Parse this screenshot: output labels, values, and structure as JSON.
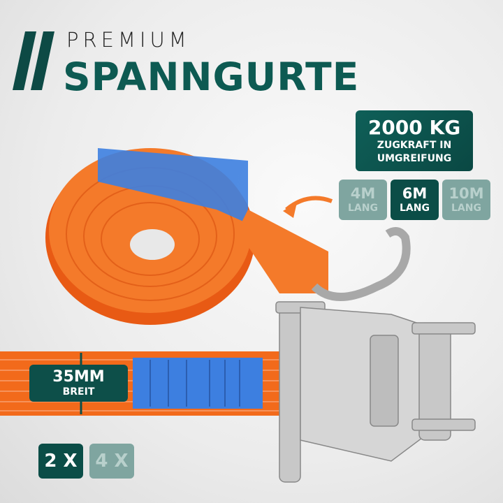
{
  "header": {
    "eyebrow": "PREMIUM",
    "title": "SPANNGURTE"
  },
  "strength_badge": {
    "value": "2000 KG",
    "line1": "ZUGKRAFT IN",
    "line2": "UMGREIFUNG"
  },
  "length_options": [
    {
      "value": "4M",
      "unit": "LANG",
      "selected": false
    },
    {
      "value": "6M",
      "unit": "LANG",
      "selected": true
    },
    {
      "value": "10M",
      "unit": "LANG",
      "selected": false
    }
  ],
  "width_badge": {
    "value": "35MM",
    "unit": "BREIT"
  },
  "quantity_options": [
    {
      "label": "2 X",
      "selected": true
    },
    {
      "label": "4 X",
      "selected": false
    }
  ],
  "colors": {
    "brand": "#0d5a52",
    "strap": "#f26a1b",
    "label": "#3d7fe0"
  }
}
